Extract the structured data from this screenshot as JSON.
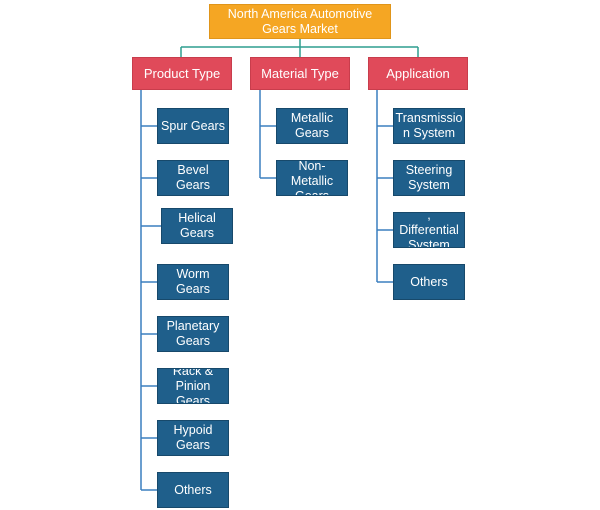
{
  "root": {
    "label": "North America Automotive\nGears Market"
  },
  "categories": [
    {
      "label": "Product Type",
      "items": [
        "Spur Gears",
        "Bevel Gears",
        "Helical\nGears",
        "Worm Gears",
        "Planetary\nGears",
        "Rack &\nPinion Gears",
        "Hypoid\nGears",
        "Others"
      ]
    },
    {
      "label": "Material Type",
      "items": [
        "Metallic\nGears",
        "Non-\nMetallic\nGears"
      ]
    },
    {
      "label": "Application",
      "items": [
        "Transmissio\nn System",
        "Steering\nSystem",
        ", Differential\nSystem",
        "Others"
      ]
    }
  ],
  "colors": {
    "root": "#f5a623",
    "category": "#e04a5a",
    "leaf": "#1f5f8b",
    "root_connector": "#2e9e8f",
    "leaf_connector": "#3a7fbf"
  }
}
